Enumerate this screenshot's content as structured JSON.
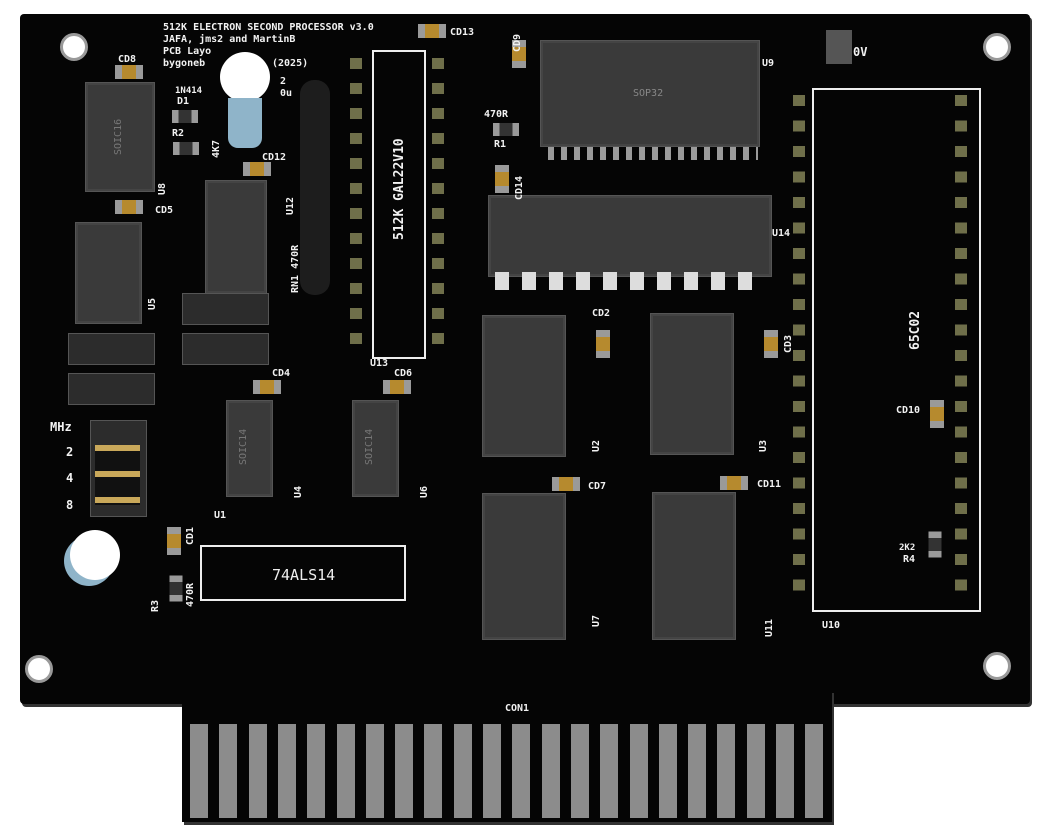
{
  "title": [
    "512K ELECTRON SECOND PROCESSOR v3.0",
    "JAFA, jms2 and MartinB",
    "PCB Layo",
    "bygoneb",
    "(2025)"
  ],
  "labels": {
    "cd13": "CD13",
    "cd9": "CD9",
    "u9": "U9",
    "sop32": "SOP32",
    "zero_v": "0V",
    "d1_part": "1N414",
    "d1": "D1",
    "r2": "R2",
    "r2_val": "4K7",
    "cd8": "CD8",
    "u8": "U8",
    "soic16": "SOIC16",
    "cd12": "CD12",
    "u12": "U12",
    "cd5": "CD5",
    "u5": "U5",
    "rn1": "RN1 470R",
    "gal": "512K GAL22V10",
    "u13": "U13",
    "r1_val": "470R",
    "r1": "R1",
    "cd14": "CD14",
    "u14": "U14",
    "cd2": "CD2",
    "cd3": "CD3",
    "cpu": "65C02",
    "cd4": "CD4",
    "cd6": "CD6",
    "u4": "U4",
    "u6": "U6",
    "soic14": "SOIC14",
    "mhz": "MHz",
    "mhz2": "2",
    "mhz4": "4",
    "mhz8": "8",
    "u2": "U2",
    "u3": "U3",
    "cd10": "CD10",
    "cd7": "CD7",
    "cd11": "CD11",
    "u1": "U1",
    "cd1": "CD1",
    "ic74": "74ALS14",
    "r3": "R3",
    "r3_val": "470R",
    "u7": "U7",
    "u11": "U11",
    "u10": "U10",
    "r4_val": "2K2",
    "r4": "R4",
    "con1": "CON1",
    "cap_val": "2",
    "cap_val2": "0u"
  }
}
